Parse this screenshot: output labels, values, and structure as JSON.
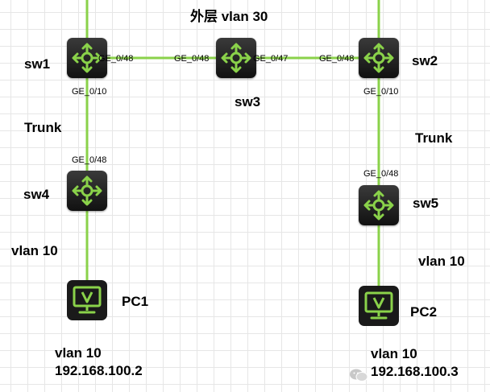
{
  "colors": {
    "link": "#8ad24a",
    "icon": "#8ad24a",
    "device_bg": "#1a1a1a",
    "text": "#000000",
    "grid": "#e6e6e6"
  },
  "vlan_outer_label": "外层 vlan 30",
  "devices": {
    "sw1": {
      "label": "sw1",
      "icon": "router-switch-icon"
    },
    "sw2": {
      "label": "sw2",
      "icon": "router-switch-icon"
    },
    "sw3": {
      "label": "sw3",
      "icon": "router-switch-icon"
    },
    "sw4": {
      "label": "sw4",
      "icon": "router-switch-icon"
    },
    "sw5": {
      "label": "sw5",
      "icon": "router-switch-icon"
    },
    "pc1": {
      "label": "PC1",
      "icon": "pc-monitor-icon"
    },
    "pc2": {
      "label": "PC2",
      "icon": "pc-monitor-icon"
    }
  },
  "ports": {
    "sw1_right": "GE_0/48",
    "sw3_left": "GE_0/48",
    "sw3_right": "GE_0/47",
    "sw2_left": "GE_0/48",
    "sw1_down": "GE_0/10",
    "sw4_up": "GE_0/48",
    "sw2_down": "GE_0/10",
    "sw5_up": "GE_0/48"
  },
  "link_labels": {
    "trunk_left": "Trunk",
    "trunk_right": "Trunk",
    "vlan_left": "vlan 10",
    "vlan_right": "vlan 10"
  },
  "hosts": {
    "pc1": {
      "vlan": "vlan 10",
      "ip": "192.168.100.2"
    },
    "pc2": {
      "vlan": "vlan 10",
      "ip": "192.168.100.3"
    }
  },
  "watermark_icon": "wechat-icon"
}
